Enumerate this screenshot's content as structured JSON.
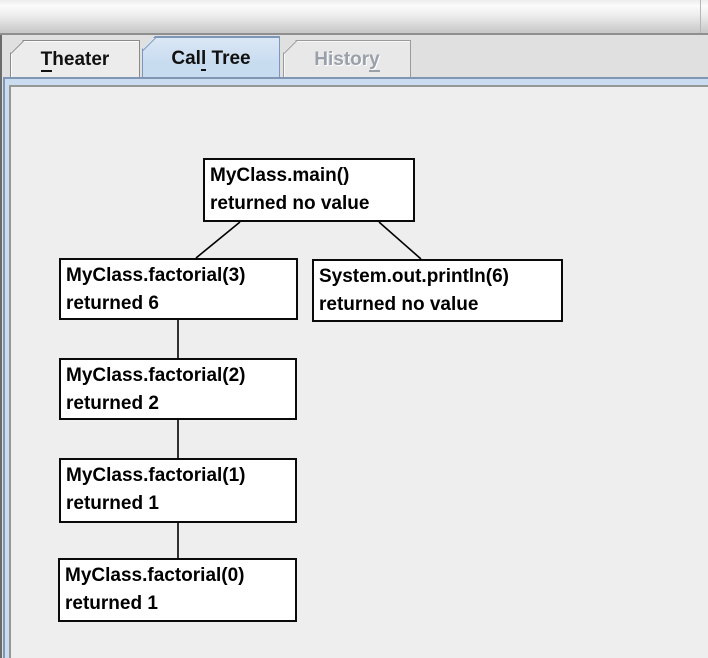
{
  "tabs": [
    {
      "label": "Theater",
      "pre": "",
      "mn": "T",
      "post": "heater",
      "state": "unselected"
    },
    {
      "label": "Call Tree",
      "pre": "Cal",
      "mn": "l",
      "post": " Tree",
      "state": "selected"
    },
    {
      "label": "History",
      "pre": "Histor",
      "mn": "y",
      "post": "",
      "state": "disabled"
    }
  ],
  "call_tree": {
    "nodes": [
      {
        "id": "main",
        "title": "MyClass.main()",
        "result": "returned no value"
      },
      {
        "id": "factorial3",
        "title": "MyClass.factorial(3)",
        "result": "returned 6"
      },
      {
        "id": "println",
        "title": "System.out.println(6)",
        "result": "returned no value"
      },
      {
        "id": "factorial2",
        "title": "MyClass.factorial(2)",
        "result": "returned 2"
      },
      {
        "id": "factorial1",
        "title": "MyClass.factorial(1)",
        "result": "returned 1"
      },
      {
        "id": "factorial0",
        "title": "MyClass.factorial(0)",
        "result": "returned 1"
      }
    ],
    "edges": [
      [
        "main",
        "factorial3"
      ],
      [
        "main",
        "println"
      ],
      [
        "factorial3",
        "factorial2"
      ],
      [
        "factorial2",
        "factorial1"
      ],
      [
        "factorial1",
        "factorial0"
      ]
    ]
  },
  "colors": {
    "selected_tab_bg": "#c8dcf0",
    "tab_content_border": "#8096b4",
    "tab_strip_bg": "#e0e0e0",
    "canvas_bg": "#eeeeee",
    "node_bg": "#ffffff",
    "node_border": "#000000",
    "disabled_tab_text": "#9aa0aa"
  }
}
